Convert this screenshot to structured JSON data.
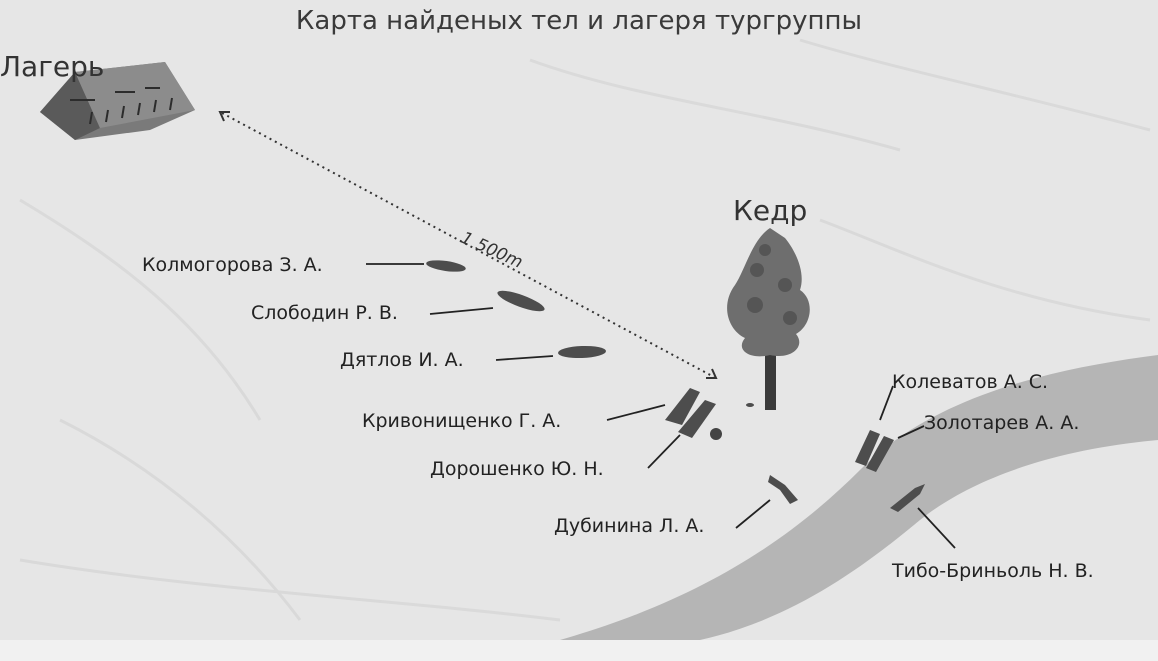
{
  "title": "Карта найденых тел и лагеря тургруппы",
  "landmarks": {
    "camp": "Лагерь",
    "cedar": "Кедр",
    "distance": "1 500m"
  },
  "people": [
    "Колмогорова З. А.",
    "Слободин Р. В.",
    "Дятлов И. А.",
    "Кривонищенко Г. А.",
    "Дорошенко Ю. Н.",
    "Дубинина Л. А.",
    "Колеватов А. С.",
    "Золотарев А. А.",
    "Тибо-Бриньоль Н. В."
  ]
}
